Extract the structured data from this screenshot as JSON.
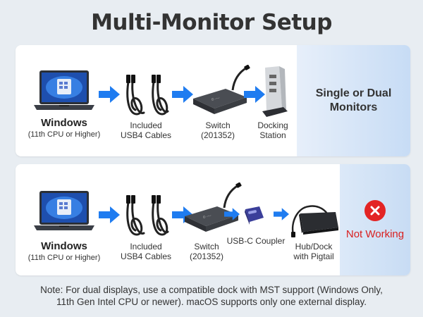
{
  "title": "Multi-Monitor Setup",
  "row1": {
    "windows_label": "Windows",
    "windows_sub": "(11th CPU or Higher)",
    "cables_line1": "Included",
    "cables_line2": "USB4 Cables",
    "switch_line1": "Switch",
    "switch_line2": "(201352)",
    "dock_line1": "Docking",
    "dock_line2": "Station",
    "result_line1": "Single or Dual",
    "result_line2": "Monitors"
  },
  "row2": {
    "windows_label": "Windows",
    "windows_sub": "(11th CPU or Higher)",
    "cables_line1": "Included",
    "cables_line2": "USB4 Cables",
    "switch_line1": "Switch",
    "switch_line2": "(201352)",
    "coupler_label": "USB-C Coupler",
    "hub_line1": "Hub/Dock",
    "hub_line2": "with Pigtail",
    "result_label": "Not Working"
  },
  "note_line1": "Note: For dual displays, use a compatible dock with MST support (Windows Only,",
  "note_line2": "11th Gen Intel CPU or newer). macOS supports only one external display.",
  "colors": {
    "arrow_blue": "#1f7cf0",
    "error_red": "#e32424",
    "panel_tint": "#c7dcf5"
  }
}
